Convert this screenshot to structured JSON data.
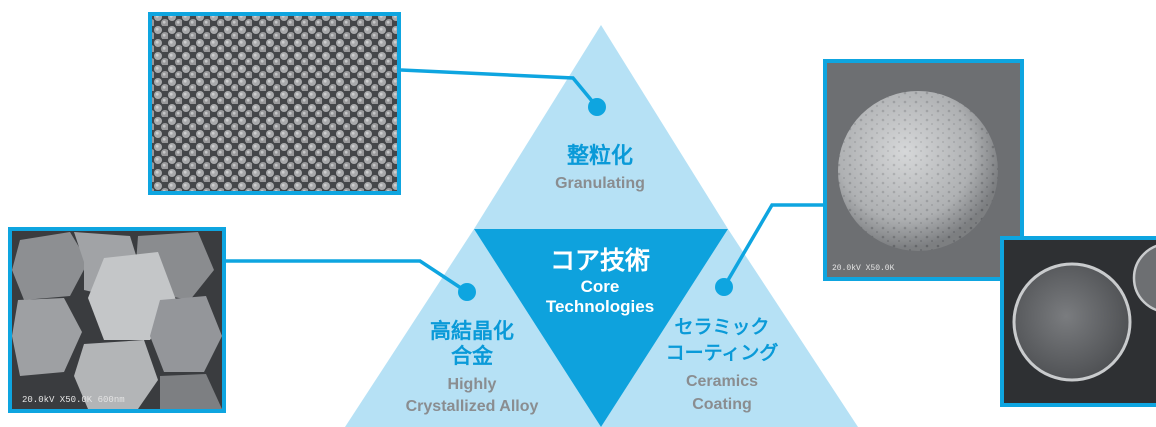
{
  "diagram": {
    "center": {
      "title_jp": "コア技術",
      "title_en_1": "Core",
      "title_en_2": "Technologies"
    },
    "top": {
      "title_jp": "整粒化",
      "title_en": "Granulating"
    },
    "left": {
      "title_jp_1": "高結晶化",
      "title_jp_2": "合金",
      "title_en_1": "Highly",
      "title_en_2": "Crystallized Alloy"
    },
    "right": {
      "title_jp_1": "セラミック",
      "title_jp_2": "コーティング",
      "title_en_1": "Ceramics",
      "title_en_2": "Coating"
    }
  },
  "micrographs": {
    "left_caption": "20.0kV X50.0K 600nm",
    "right_caption": "20.0kV X50.0K"
  },
  "colors": {
    "accent": "#0ea5e0",
    "light_blue": "#b6e1f5",
    "center_blue": "#0ea2dd",
    "text_blue": "#0a9ad8",
    "text_gray": "#8a8d90"
  }
}
